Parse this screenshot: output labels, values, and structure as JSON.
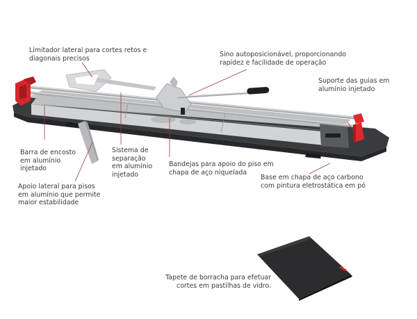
{
  "product": {
    "name": "tile-cutter",
    "accent_color": "#d6262b",
    "base_color": "#3a3b3e",
    "rail_color": "#b9bcc0"
  },
  "callouts": [
    {
      "id": "limitador",
      "text": "Limitador lateral para cortes retos e\ndiagonais precisos"
    },
    {
      "id": "sino",
      "text": "Sino autoposicionável, proporcionando\nrapidez e facilidade de operação"
    },
    {
      "id": "suporte",
      "text": "Suporte das guias em\nalumínio injetado"
    },
    {
      "id": "barra",
      "text": "Barra de encosto\nem alumínio\ninjetado"
    },
    {
      "id": "sistema",
      "text": "Sistema de\nseparação\nem alumínio\ninjetado"
    },
    {
      "id": "bandejas",
      "text": "Bandejas para apoio do piso em\nchapa de aço niquelada"
    },
    {
      "id": "base",
      "text": "Base em chapa de aço carbono\ncom pintura eletrostática em pó"
    },
    {
      "id": "apoio",
      "text": "Apoio lateral para pisos\nem alumínio que permite\nmaior estabilidade"
    },
    {
      "id": "tapete",
      "text": "Tapete de borracha para efetuar\ncortes em pastilhas de vidro."
    }
  ]
}
